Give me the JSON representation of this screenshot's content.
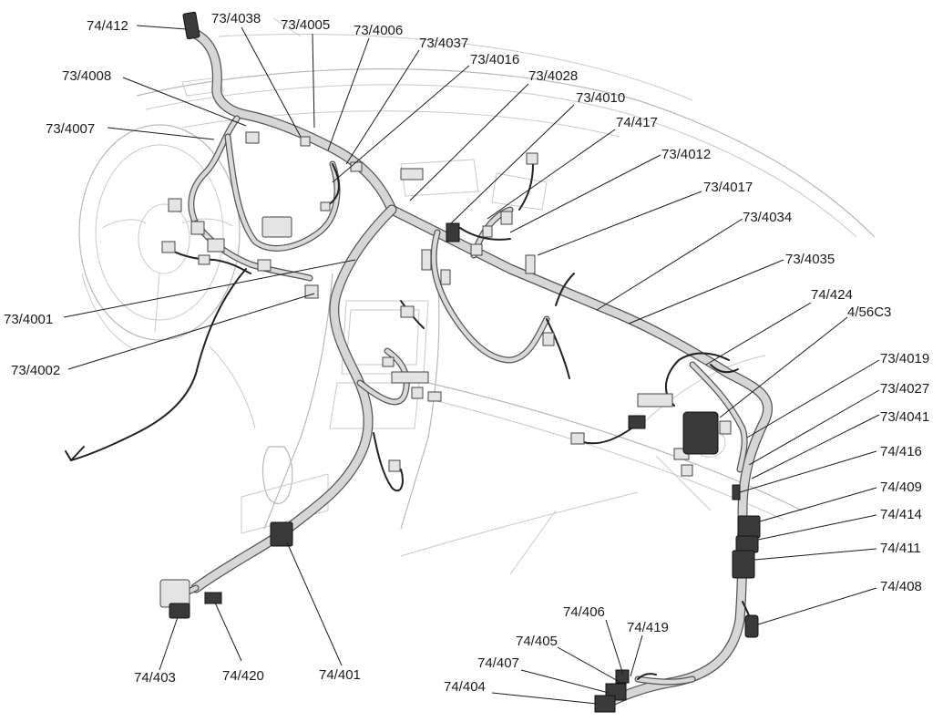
{
  "labels": {
    "l74_412": "74/412",
    "l73_4038": "73/4038",
    "l73_4005": "73/4005",
    "l73_4006": "73/4006",
    "l73_4037": "73/4037",
    "l73_4016": "73/4016",
    "l73_4008": "73/4008",
    "l73_4028": "73/4028",
    "l73_4010": "73/4010",
    "l73_4007": "73/4007",
    "l74_417": "74/417",
    "l73_4012": "73/4012",
    "l73_4017": "73/4017",
    "l73_4034": "73/4034",
    "l73_4035": "73/4035",
    "l74_424": "74/424",
    "l4_56C3": "4/56C3",
    "l73_4019": "73/4019",
    "l73_4027": "73/4027",
    "l73_4041": "73/4041",
    "l74_416": "74/416",
    "l74_409": "74/409",
    "l74_414": "74/414",
    "l74_411": "74/411",
    "l74_408": "74/408",
    "l73_4001": "73/4001",
    "l73_4002": "73/4002",
    "l74_406": "74/406",
    "l74_419": "74/419",
    "l74_405": "74/405",
    "l74_407": "74/407",
    "l74_404": "74/404",
    "l74_403": "74/403",
    "l74_420": "74/420",
    "l74_401": "74/401"
  }
}
